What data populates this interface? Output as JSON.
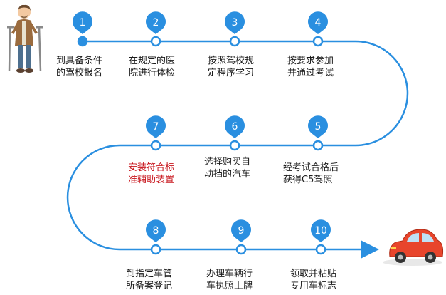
{
  "steps": [
    {
      "num": "1",
      "lines": [
        "到具备条件",
        "的驾校报名"
      ],
      "highlight": false
    },
    {
      "num": "2",
      "lines": [
        "在规定的医",
        "院进行体检"
      ],
      "highlight": false
    },
    {
      "num": "3",
      "lines": [
        "按照驾校规",
        "定程序学习"
      ],
      "highlight": false
    },
    {
      "num": "4",
      "lines": [
        "按要求参加",
        "并通过考试"
      ],
      "highlight": false
    },
    {
      "num": "5",
      "lines": [
        "经考试合格后",
        "获得C5驾照"
      ],
      "highlight": false
    },
    {
      "num": "6",
      "lines": [
        "选择购买自",
        "动挡的汽车"
      ],
      "highlight": false
    },
    {
      "num": "7",
      "lines": [
        "安装符合标",
        "准辅助装置"
      ],
      "highlight": true
    },
    {
      "num": "8",
      "lines": [
        "到指定车管",
        "所备案登记"
      ],
      "highlight": false
    },
    {
      "num": "9",
      "lines": [
        "办理车辆行",
        "车执照上牌"
      ],
      "highlight": false
    },
    {
      "num": "10",
      "lines": [
        "领取并粘贴",
        "专用车标志"
      ],
      "highlight": false
    }
  ],
  "colors": {
    "pin": "#2a8fe0",
    "line": "#2a8fe0",
    "highlight_text": "#c8161d",
    "car": "#e8452c"
  },
  "icons": {
    "start": "person-with-crutches-icon",
    "end": "red-car-icon"
  }
}
